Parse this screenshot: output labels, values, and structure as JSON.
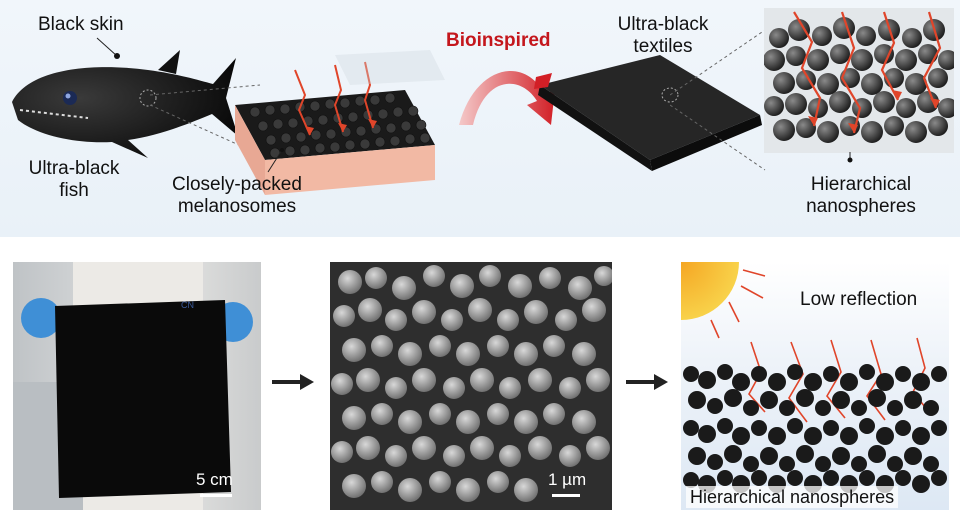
{
  "top": {
    "black_skin": "Black skin",
    "fish_line1": "Ultra-black",
    "fish_line2": "fish",
    "mel_line1": "Closely-packed",
    "mel_line2": "melanosomes",
    "bioinspired": "Bioinspired",
    "textile_line1": "Ultra-black",
    "textile_line2": "textiles",
    "nano_line1": "Hierarchical",
    "nano_line2": "nanospheres"
  },
  "bottom": {
    "photo_scale": "5 cm",
    "sem_scale": "1 µm",
    "low_reflection": "Low reflection",
    "nanospheres_label": "Hierarchical nanospheres"
  },
  "colors": {
    "bio_red": "#c4161c",
    "ray_red": "#e0452a",
    "skin_pink": "#f2b9a4"
  }
}
